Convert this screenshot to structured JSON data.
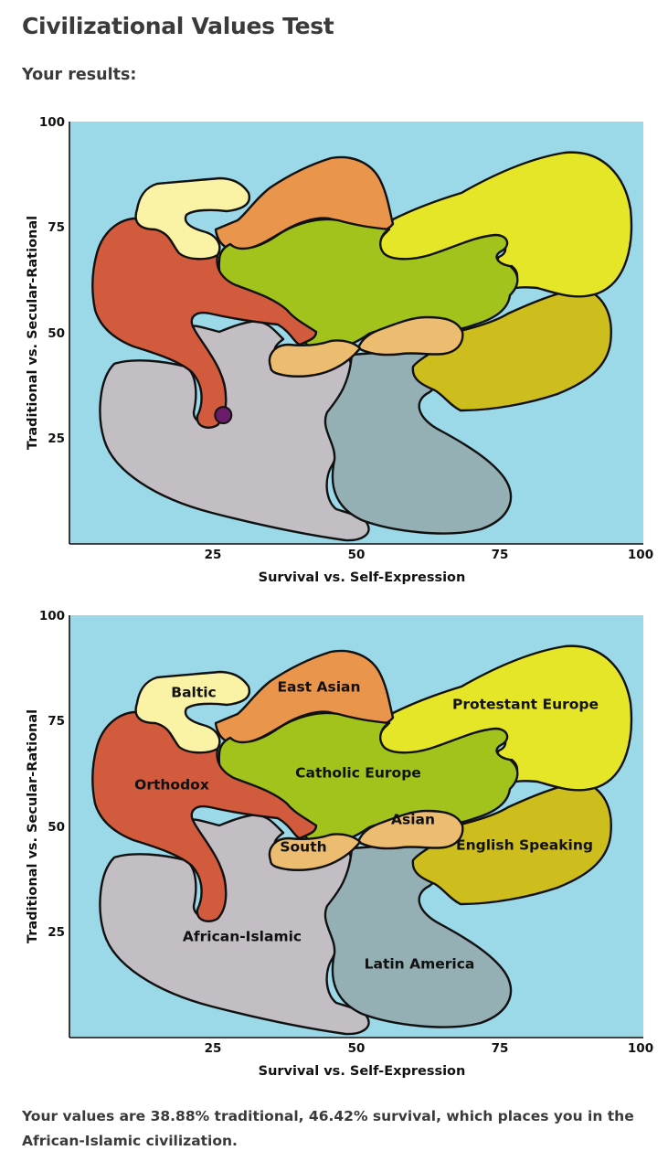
{
  "page": {
    "title": "Civilizational Values Test",
    "subtitle": "Your results:",
    "result_text": "Your values are 38.88% traditional, 46.42% survival, which places you in the African-Islamic civilization."
  },
  "chart_data": [
    {
      "type": "scatter",
      "title": "",
      "xlabel": "Survival vs. Self-Expression",
      "ylabel": "Traditional vs. Secular-Rational",
      "xlim": [
        0,
        100
      ],
      "ylim": [
        0,
        100
      ],
      "x_ticks": [
        "25",
        "50",
        "75",
        "100"
      ],
      "y_ticks": [
        "100",
        "75",
        "50",
        "25"
      ],
      "background": "#9bd8e8",
      "show_region_labels": false,
      "point": {
        "x": 26.8,
        "y": 30.5,
        "color": "#6a1b6a"
      }
    },
    {
      "type": "scatter",
      "title": "",
      "xlabel": "Survival vs. Self-Expression",
      "ylabel": "Traditional vs. Secular-Rational",
      "xlim": [
        0,
        100
      ],
      "ylim": [
        0,
        100
      ],
      "x_ticks": [
        "25",
        "50",
        "75",
        "100"
      ],
      "y_ticks": [
        "100",
        "75",
        "50",
        "25"
      ],
      "background": "#9bd8e8",
      "show_region_labels": true
    }
  ],
  "regions": [
    {
      "id": "african-islamic",
      "label": "African-Islamic",
      "color": "#c2bec4"
    },
    {
      "id": "latin-america",
      "label": "Latin America",
      "color": "#95b0b5"
    },
    {
      "id": "english-speaking",
      "label": "English Speaking",
      "color": "#cdbd1d"
    },
    {
      "id": "protestant-europe",
      "label": "Protestant Europe",
      "color": "#e6e629"
    },
    {
      "id": "east-asian",
      "label": "East Asian",
      "color": "#e9954c"
    },
    {
      "id": "catholic-europe",
      "label": "Catholic Europe",
      "color": "#a1c31c"
    },
    {
      "id": "orthodox",
      "label": "Orthodox",
      "color": "#d25a3d"
    },
    {
      "id": "baltic",
      "label": "Baltic",
      "color": "#faf2a4"
    },
    {
      "id": "asian",
      "label": "Asian",
      "color": "#ecbd70"
    },
    {
      "id": "south",
      "label": "South",
      "color": "#ecbd70"
    }
  ]
}
